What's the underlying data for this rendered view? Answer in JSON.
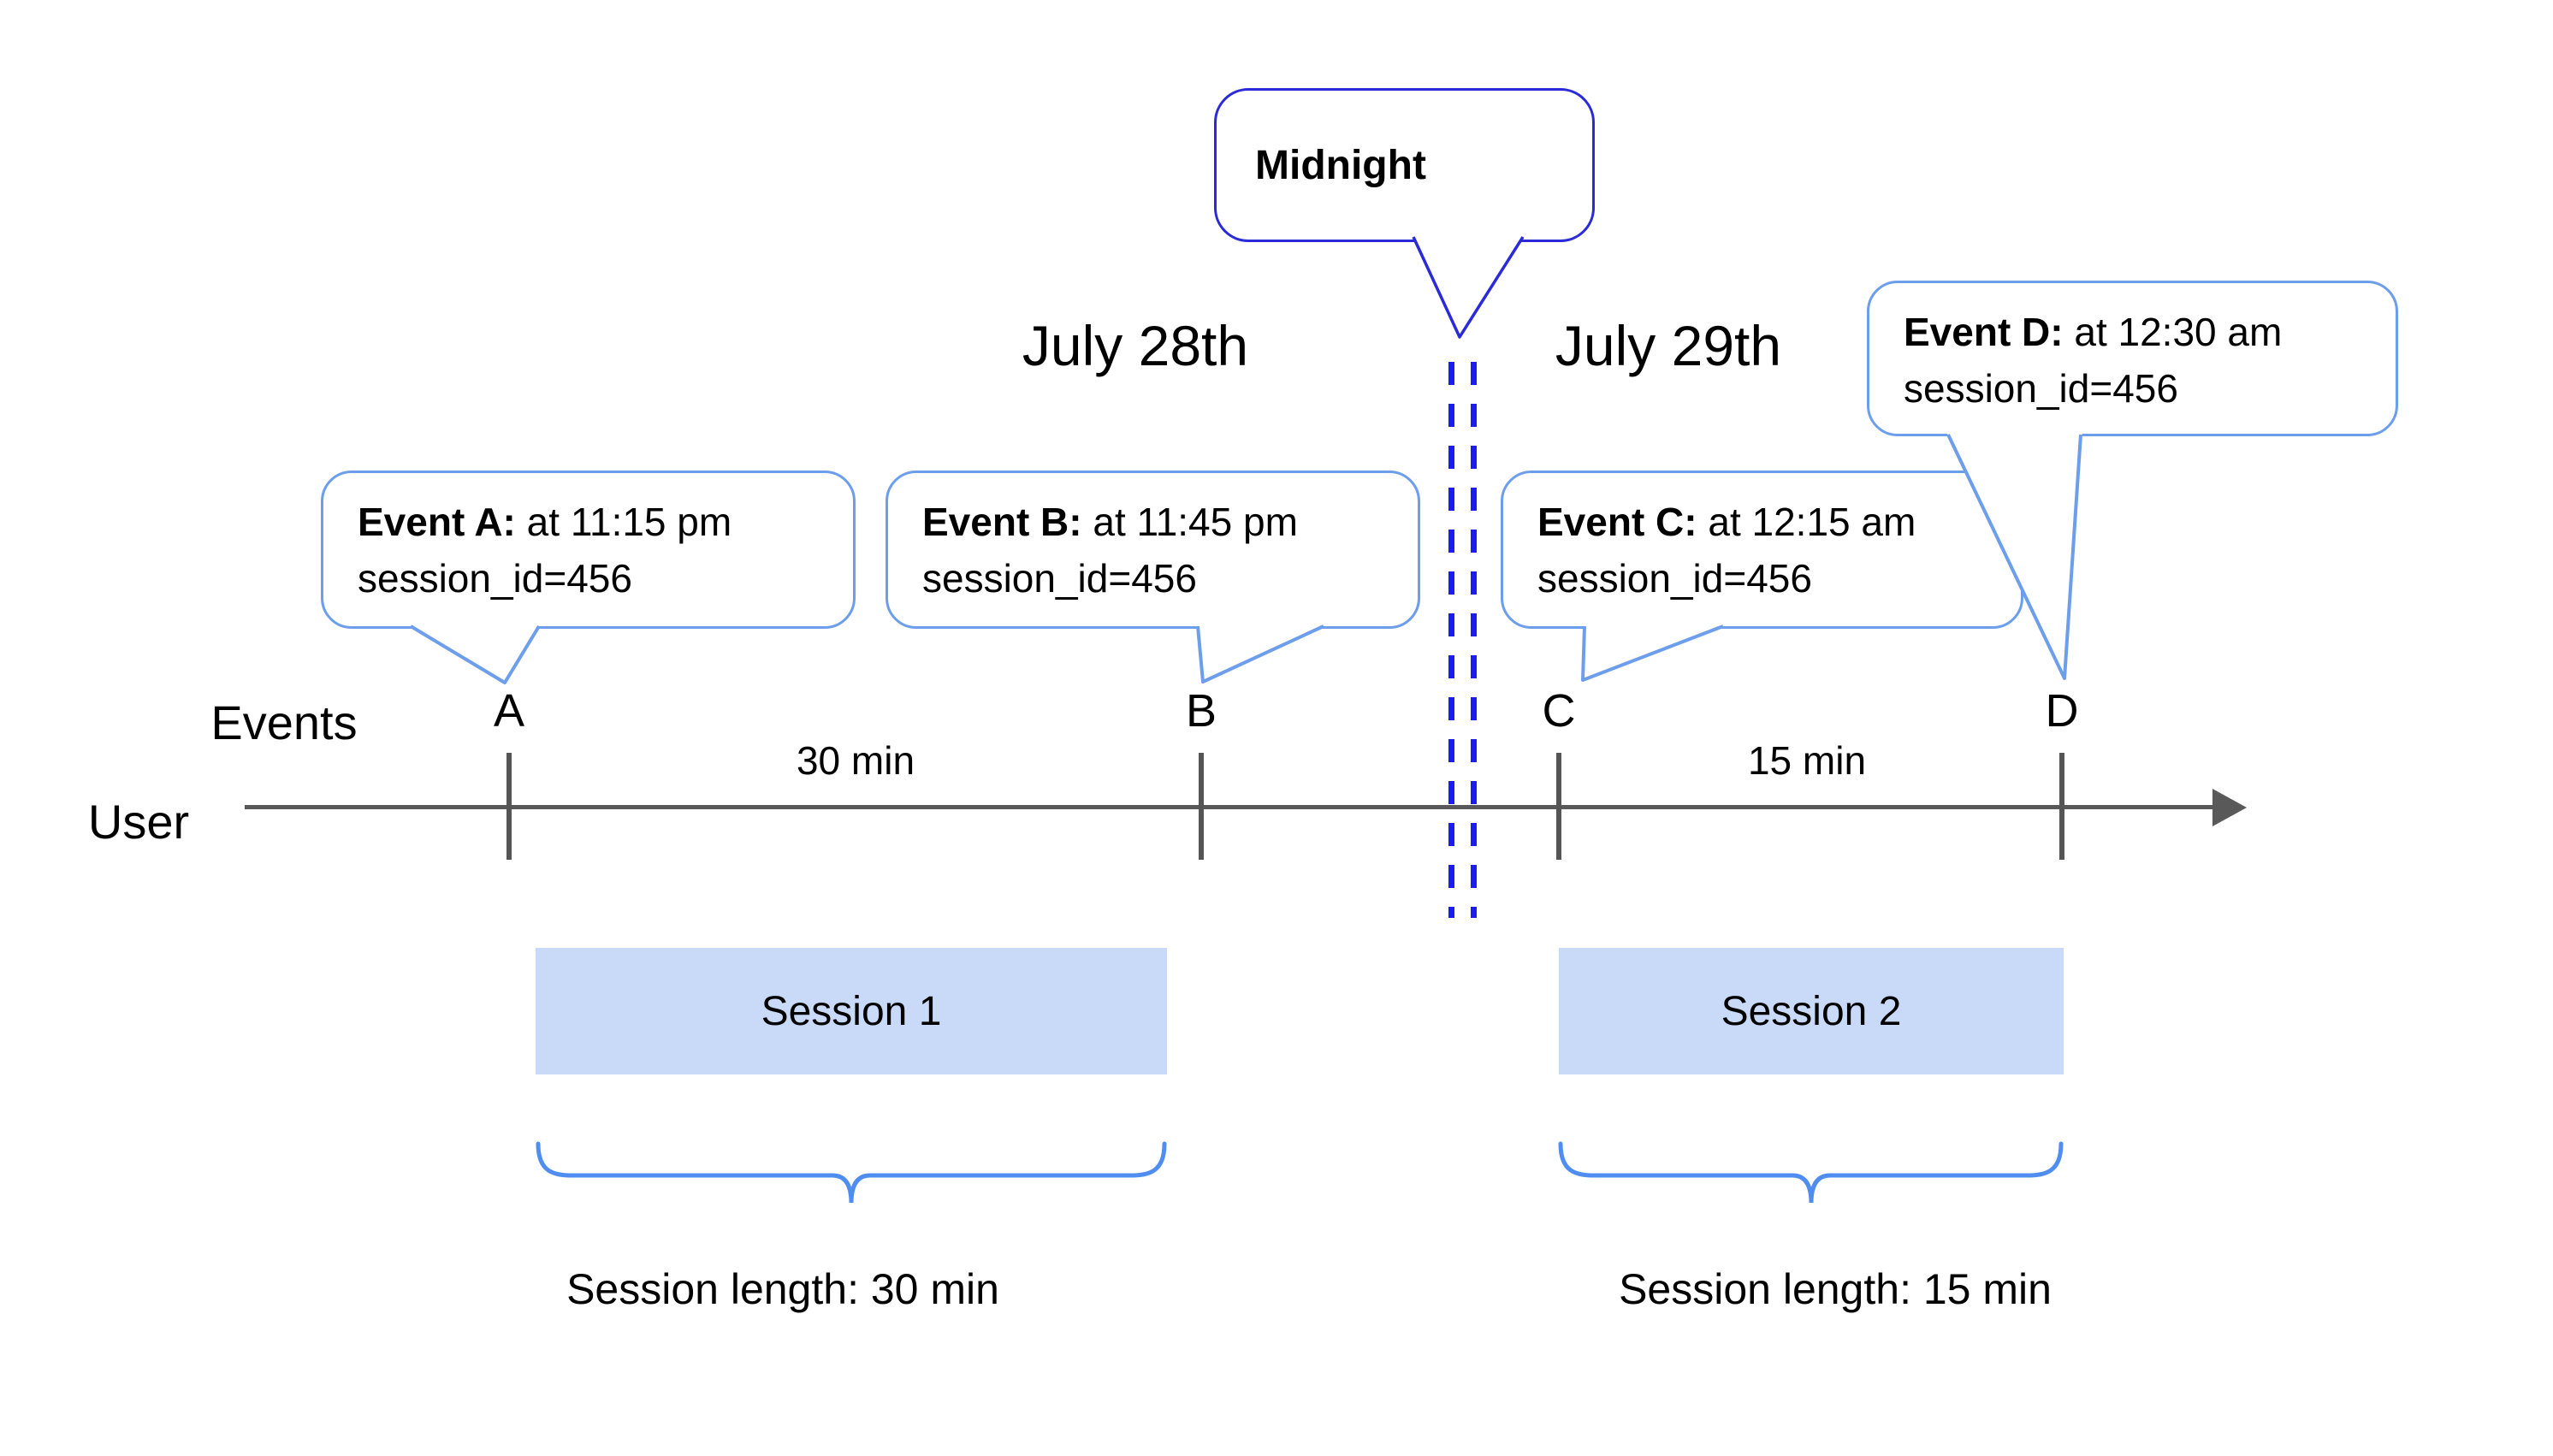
{
  "diagram": {
    "dates": {
      "left": "July 28th",
      "right": "July 29th",
      "midnight_label": "Midnight"
    },
    "axis": {
      "events_label": "Events",
      "user_label": "User",
      "tick_labels": [
        "A",
        "B",
        "C",
        "D"
      ],
      "interval_labels": [
        "30 min",
        "15 min"
      ]
    },
    "events": [
      {
        "id": "A",
        "name": "Event A:",
        "time": "at 11:15 pm",
        "session": "session_id=456"
      },
      {
        "id": "B",
        "name": "Event B:",
        "time": "at 11:45 pm",
        "session": "session_id=456"
      },
      {
        "id": "C",
        "name": "Event C:",
        "time": "at 12:15 am",
        "session": "session_id=456"
      },
      {
        "id": "D",
        "name": "Event D:",
        "time": "at 12:30 am",
        "session": "session_id=456"
      }
    ],
    "sessions": [
      {
        "name": "Session 1",
        "length_label": "Session length: 30 min"
      },
      {
        "name": "Session 2",
        "length_label": "Session length: 15 min"
      }
    ],
    "colors": {
      "event_bubble_border": "#6d9eeb",
      "midnight_blue": "#2a2ad9",
      "dash_blue": "#1b1bf2",
      "session_fill": "#c9daf8",
      "axis_gray": "#595959",
      "tick_gray": "#555555",
      "brace_blue": "#4f8df0",
      "text": "#000000"
    }
  }
}
